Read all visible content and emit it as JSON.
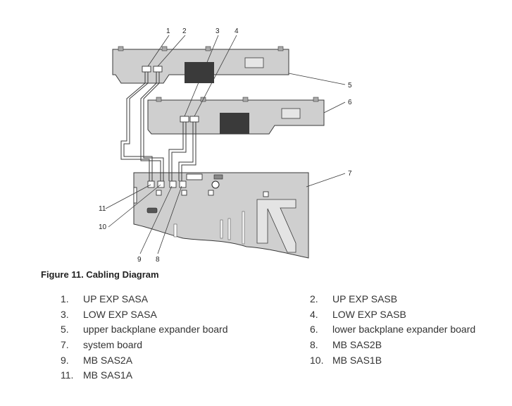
{
  "callouts": [
    "1",
    "2",
    "3",
    "4",
    "5",
    "6",
    "7",
    "8",
    "9",
    "10",
    "11"
  ],
  "figure_caption": "Figure 11. Cabling Diagram",
  "legend": [
    {
      "num": "1.",
      "text": "UP EXP SASA"
    },
    {
      "num": "2.",
      "text": "UP EXP SASB"
    },
    {
      "num": "3.",
      "text": "LOW EXP SASA"
    },
    {
      "num": "4.",
      "text": "LOW EXP SASB"
    },
    {
      "num": "5.",
      "text": "upper backplane expander board"
    },
    {
      "num": "6.",
      "text": "lower backplane expander board"
    },
    {
      "num": "7.",
      "text": "system board"
    },
    {
      "num": "8.",
      "text": "MB SAS2B"
    },
    {
      "num": "9.",
      "text": "MB SAS2A"
    },
    {
      "num": "10.",
      "text": "MB SAS1B"
    },
    {
      "num": "11.",
      "text": "MB SAS1A"
    }
  ],
  "colors": {
    "board_fill": "#cfcfcf",
    "outline": "#3a3a3a",
    "heatsink": "#3a3a3a"
  }
}
